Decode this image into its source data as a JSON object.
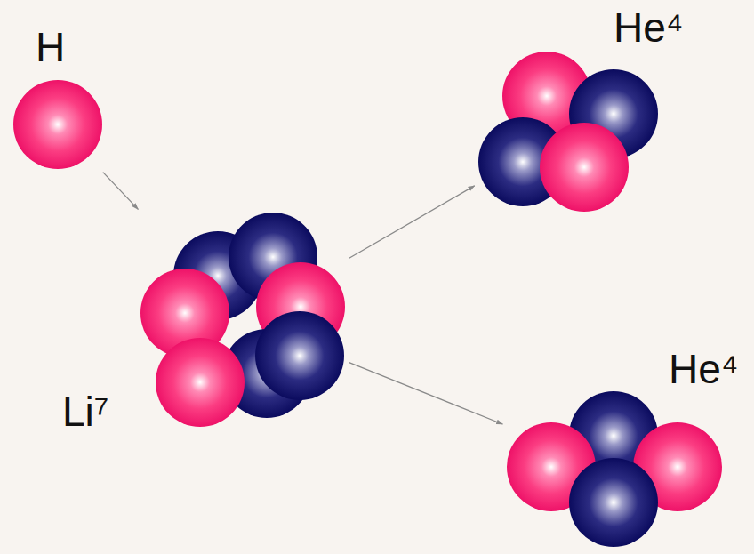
{
  "diagram": {
    "nodes": [
      {
        "text": [
          "H"
        ]
      },
      {
        "text": [
          "Li⁷"
        ]
      },
      {
        "text": [
          "He⁴"
        ]
      },
      {
        "text": [
          "He⁴"
        ]
      }
    ],
    "edges": [
      {
        "from": 0,
        "to": 1,
        "arrow": "to"
      },
      {
        "from": 1,
        "to": 2,
        "arrow": "to"
      },
      {
        "from": 1,
        "to": 3,
        "arrow": "to"
      }
    ]
  }
}
